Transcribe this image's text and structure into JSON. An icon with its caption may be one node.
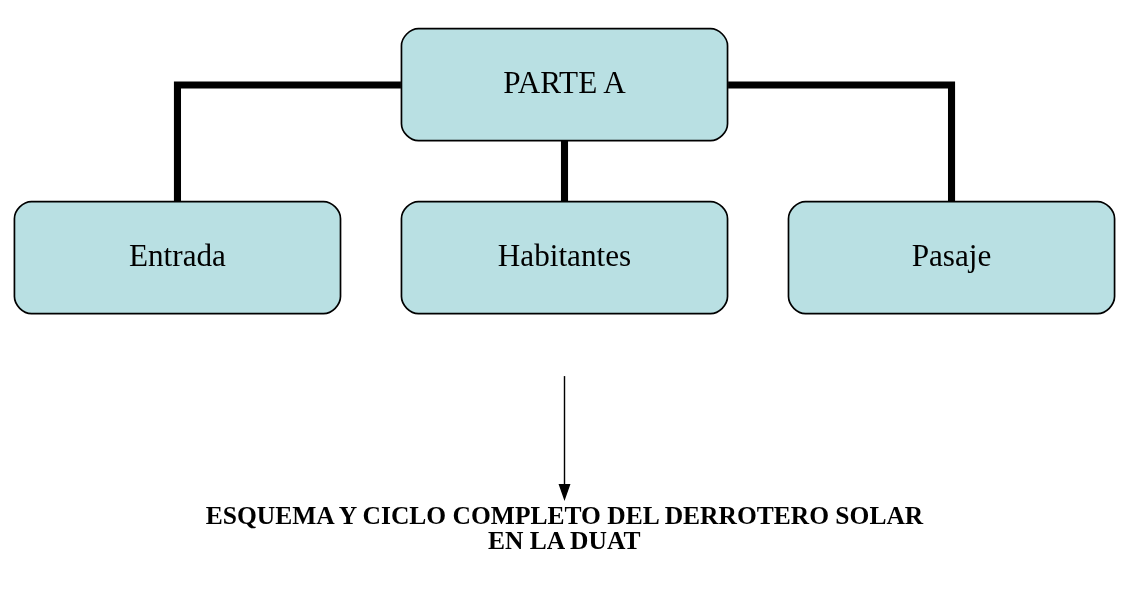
{
  "diagram": {
    "nodes": [
      {
        "text": [
          "PARTE A"
        ]
      },
      {
        "text": [
          "Entrada"
        ]
      },
      {
        "text": [
          "Habitantes"
        ]
      },
      {
        "text": [
          "Pasaje"
        ]
      },
      {
        "text": [
          "ESQUEMA Y CICLO COMPLETO DEL DERROTERO SOLAR EN LA DUAT"
        ]
      }
    ],
    "edges": [
      {
        "from": 0,
        "to": 1,
        "arrow": "none"
      },
      {
        "from": 0,
        "to": 2,
        "arrow": "none"
      },
      {
        "from": 0,
        "to": 3,
        "arrow": "none"
      },
      {
        "from": null,
        "to": 4,
        "arrow": "to"
      }
    ]
  }
}
